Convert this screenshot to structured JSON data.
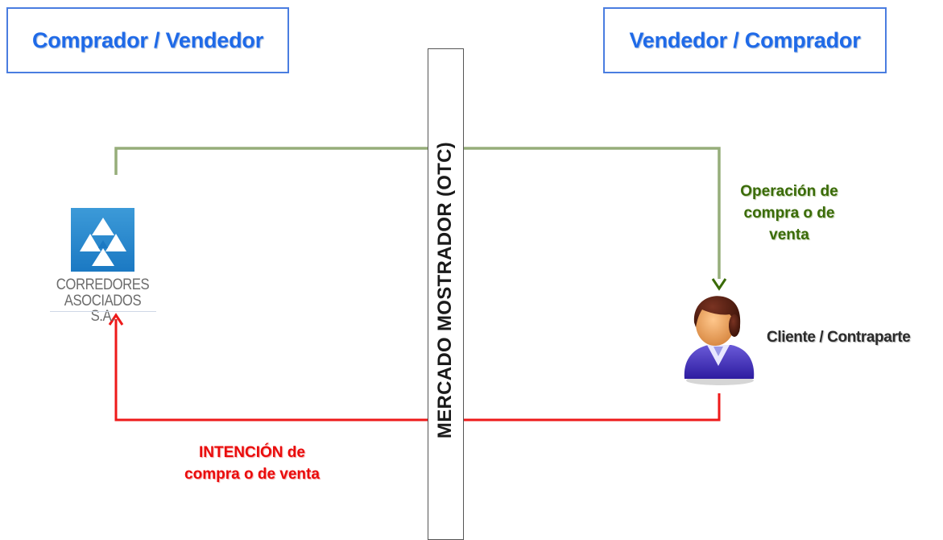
{
  "left_role": {
    "label": "Comprador / Vendedor"
  },
  "right_role": {
    "label": "Vendedor / Comprador"
  },
  "market": {
    "label": "MERCADO MOSTRADOR (OTC)"
  },
  "broker_logo": {
    "line1": "CORREDORES",
    "line2": "ASOCIADOS S.A.",
    "icon": "triangles-logo-icon",
    "color": "#1b79c3"
  },
  "client": {
    "label": "Cliente / Contraparte",
    "icon": "person-icon"
  },
  "operation_flow": {
    "lines": [
      "Operación de",
      "compra o de",
      "venta"
    ],
    "color": "#3a6b08"
  },
  "intention_flow": {
    "lines": [
      "INTENCIÓN de",
      "compra o de venta"
    ],
    "color": "#ea0b0b"
  }
}
